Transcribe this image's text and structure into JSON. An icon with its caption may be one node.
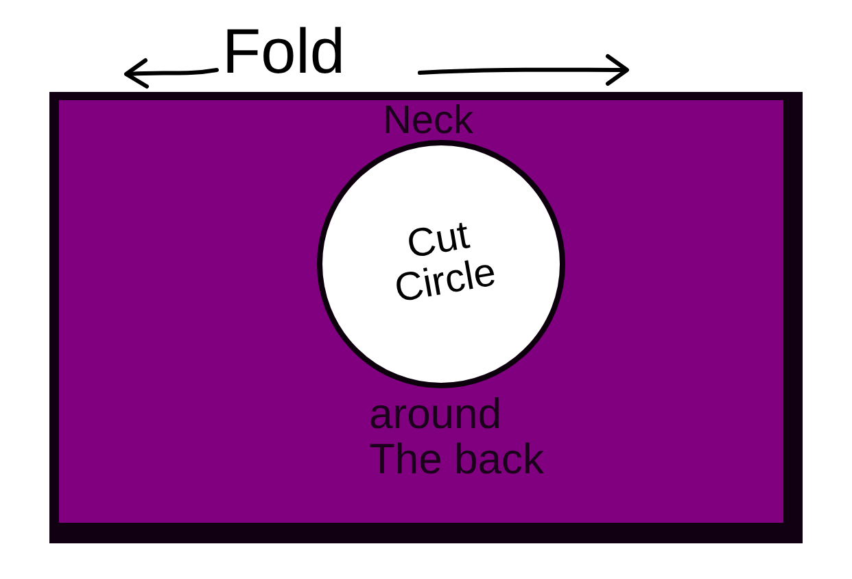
{
  "diagram": {
    "nodes": [
      {
        "text": [
          "Neck",
          "around The back"
        ]
      },
      {
        "text": [
          "Cut Circle"
        ],
        "in": 0
      }
    ],
    "labels": [
      "Fold"
    ]
  }
}
